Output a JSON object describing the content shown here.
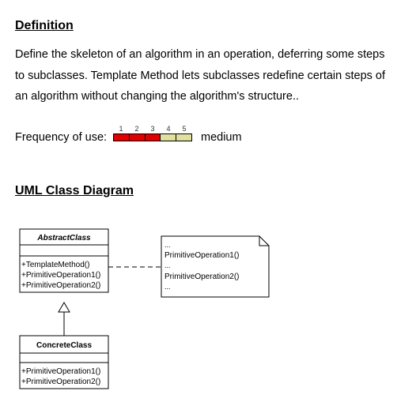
{
  "definition": {
    "heading": "Definition",
    "lines": [
      "Define the skeleton of an algorithm in an operation, deferring some steps",
      "to subclasses. Template Method lets subclasses redefine certain steps of",
      "an algorithm without changing the algorithm's structure.."
    ]
  },
  "frequency": {
    "label": "Frequency of use:",
    "level": "medium",
    "scale": [
      "1",
      "2",
      "3",
      "4",
      "5"
    ],
    "filled": 3,
    "filled_color": "#e00000",
    "empty_color": "#e0e0a0"
  },
  "uml": {
    "heading": "UML Class Diagram",
    "abstract_class": {
      "name": "AbstractClass",
      "methods": [
        "+TemplateMethod()",
        "+PrimitiveOperation1()",
        "+PrimitiveOperation2()"
      ]
    },
    "concrete_class": {
      "name": "ConcreteClass",
      "methods": [
        "+PrimitiveOperation1()",
        "+PrimitiveOperation2()"
      ]
    },
    "note": {
      "lines": [
        "...",
        "PrimitiveOperation1()",
        "...",
        "PrimitiveOperation2()",
        "..."
      ]
    }
  }
}
